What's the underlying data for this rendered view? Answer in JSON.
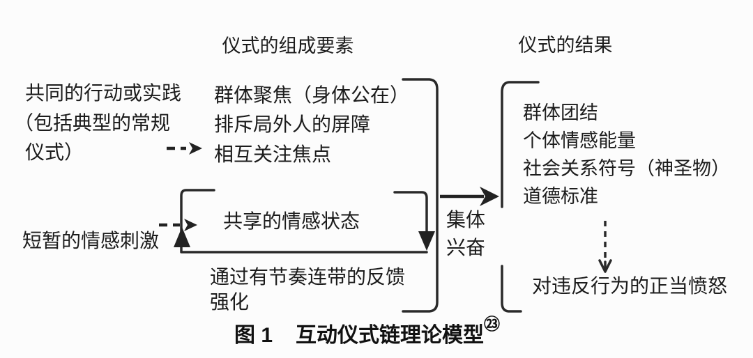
{
  "figure": {
    "headers": {
      "components": "仪式的组成要素",
      "results": "仪式的结果"
    },
    "inputs": {
      "action_line1": "共同的行动或实践",
      "action_line2": "（包括典型的常规",
      "action_line3": "仪式）",
      "stimulus": "短暂的情感刺激"
    },
    "components": {
      "item1": "群体聚焦（身体公在）",
      "item2": "排斥局外人的屏障",
      "item3": "相互关注焦点",
      "shared_emotion": "共享的情感状态",
      "feedback_line1": "通过有节奏连带的反馈",
      "feedback_line2": "强化"
    },
    "collective": {
      "line1": "集体",
      "line2": "兴奋"
    },
    "results": {
      "item1": "群体团结",
      "item2": "个体情感能量",
      "item3": "社会关系符号（神圣物）",
      "item4": "道德标准",
      "item5": "对违反行为的正当愤怒"
    },
    "caption": {
      "label": "图 1",
      "title": "互动仪式链理论模型",
      "superscript": "㉓"
    }
  },
  "colors": {
    "ink": "#1c1c1c",
    "line": "#2a2a2a",
    "background": "#fcfcfc"
  }
}
